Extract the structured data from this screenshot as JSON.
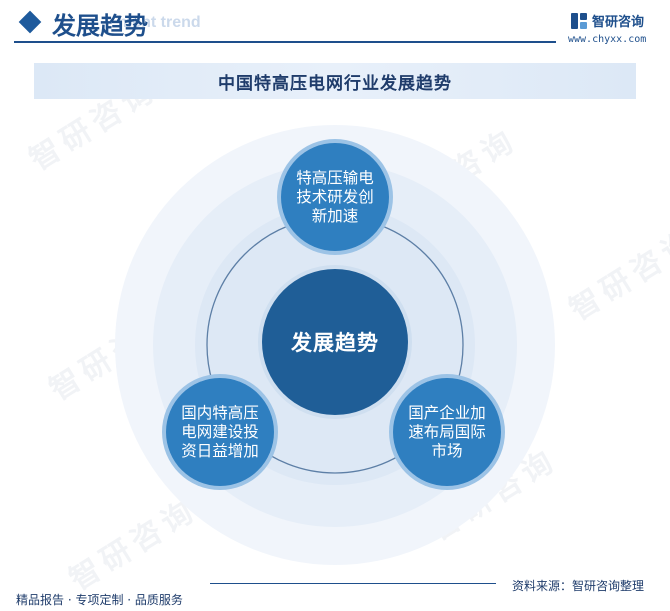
{
  "header": {
    "title": "发展趋势",
    "subtitle_en": "ment trend",
    "logo_name": "智研咨询",
    "logo_url": "www.chyxx.com"
  },
  "banner": {
    "title": "中国特高压电网行业发展趋势"
  },
  "diagram": {
    "center": "发展趋势",
    "nodes": [
      {
        "lines": [
          "特高压输电",
          "技术研发创",
          "新加速"
        ]
      },
      {
        "lines": [
          "国内特高压",
          "电网建设投",
          "资日益增加"
        ]
      },
      {
        "lines": [
          "国产企业加",
          "速布局国际",
          "市场"
        ]
      }
    ]
  },
  "watermark": {
    "text": "智研咨询"
  },
  "footer": {
    "left": "精品报告 · 专项定制 · 品质服务",
    "source": "资料来源：智研咨询整理"
  },
  "colors": {
    "brand": "#1e4f8c",
    "node": "#2f7fc0",
    "node_ring": "#9cc3e6",
    "center": "#1f5e97",
    "band": "#dce8f6"
  }
}
